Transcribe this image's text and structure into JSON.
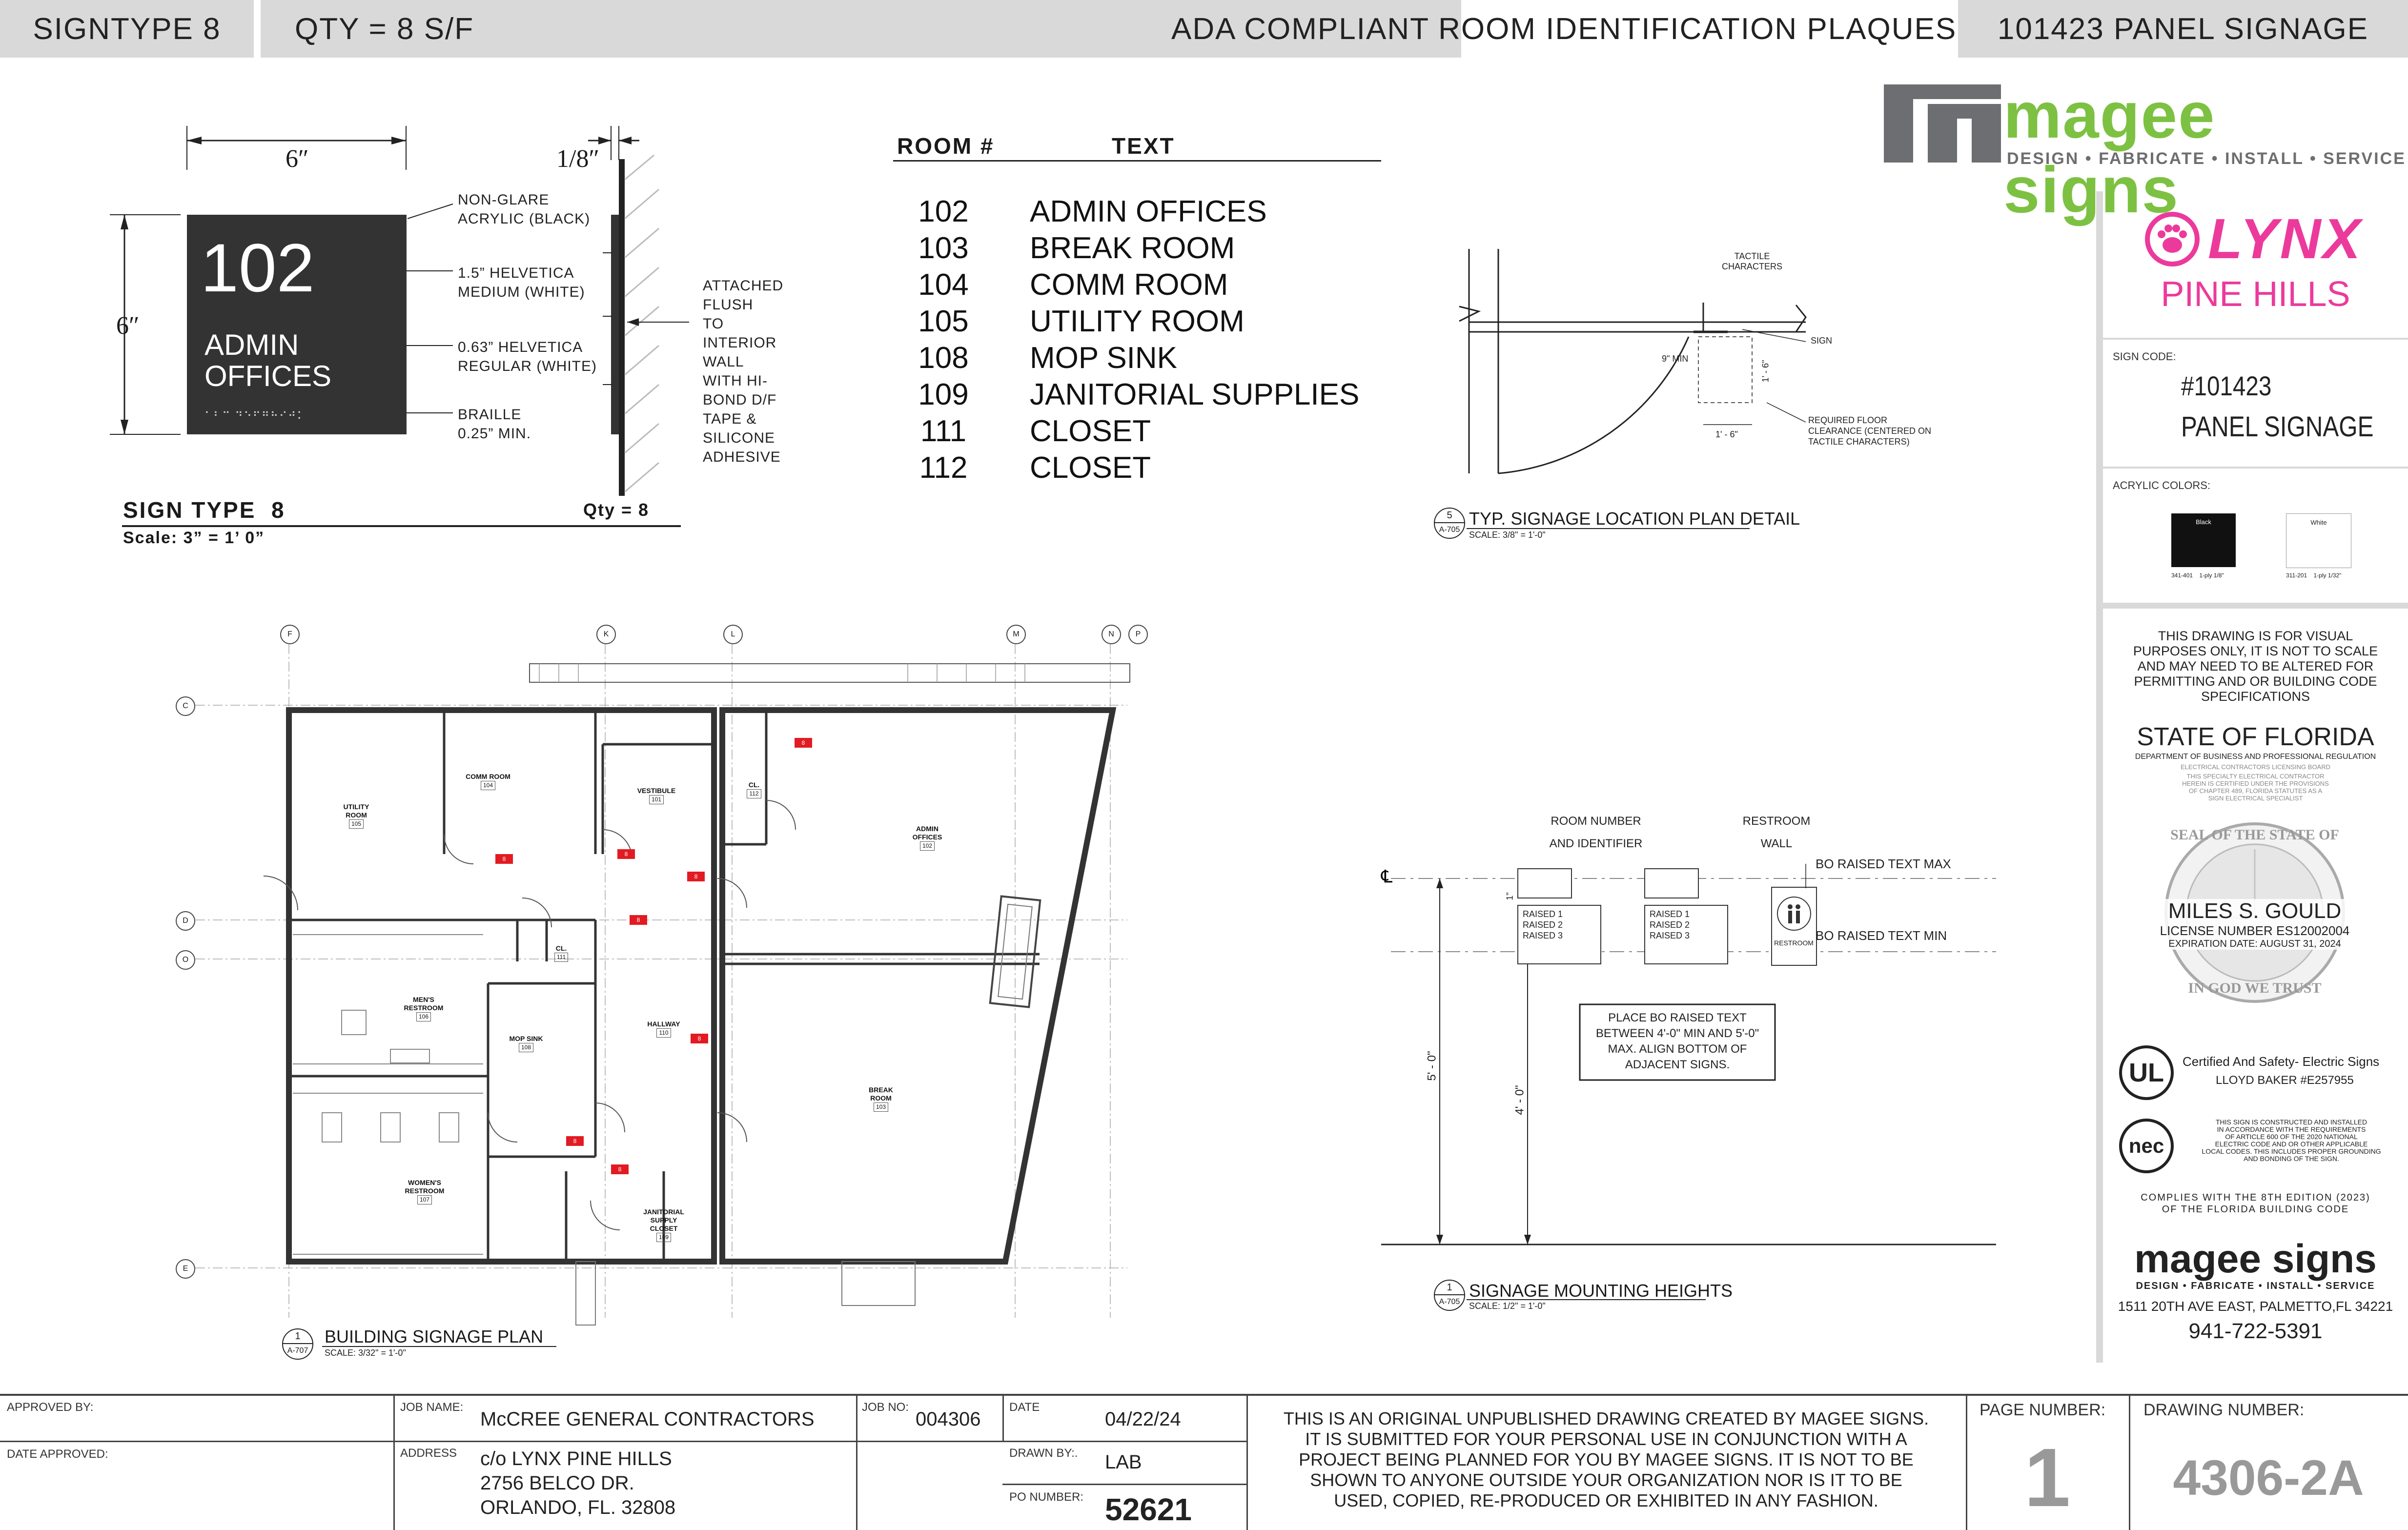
{
  "header": {
    "signtype": "SIGNTYPE 8",
    "qty": "QTY = 8 S/F",
    "title": "ADA COMPLIANT ROOM IDENTIFICATION PLAQUES",
    "project": "101423 PANEL SIGNAGE"
  },
  "sign_detail": {
    "width_dim": "6″",
    "height_dim": "6″",
    "depth_dim": "1/8″",
    "room_number": "102",
    "room_name_line1": "ADMIN",
    "room_name_line2": "OFFICES",
    "callouts": {
      "acrylic": [
        "NON-GLARE",
        "ACRYLIC (BLACK)"
      ],
      "number_font": [
        "1.5” HELVETICA",
        "MEDIUM (WHITE)"
      ],
      "text_font": [
        "0.63” HELVETICA",
        "REGULAR (WHITE)"
      ],
      "braille": [
        "BRAILLE",
        "0.25” MIN."
      ],
      "mounting": [
        "ATTACHED FLUSH",
        "TO INTERIOR WALL",
        "WITH HI-BOND D/F",
        "TAPE & SILICONE",
        "ADHESIVE"
      ]
    },
    "title": "SIGN TYPE  8",
    "qty": "Qty = 8",
    "scale": "Scale: 3” = 1’ 0”"
  },
  "room_table": {
    "header_num": "ROOM #",
    "header_text": "TEXT",
    "rows": [
      {
        "num": "102",
        "text": "ADMIN OFFICES"
      },
      {
        "num": "103",
        "text": "BREAK ROOM"
      },
      {
        "num": "104",
        "text": "COMM ROOM"
      },
      {
        "num": "105",
        "text": "UTILITY ROOM"
      },
      {
        "num": "108",
        "text": "MOP SINK"
      },
      {
        "num": "109",
        "text": "JANITORIAL SUPPLIES"
      },
      {
        "num": "111",
        "text": "CLOSET"
      },
      {
        "num": "112",
        "text": "CLOSET"
      }
    ]
  },
  "location_detail": {
    "tactile": [
      "TACTILE",
      "CHARACTERS"
    ],
    "sign": "SIGN",
    "min9": "9\" MIN",
    "dim_16a": "1' - 6\"",
    "dim_16b": "1' - 6\"",
    "clearance": [
      "REQUIRED FLOOR",
      "CLEARANCE (CENTERED ON",
      "TACTILE CHARACTERS)"
    ],
    "num": "5",
    "sheet": "A-705",
    "title": "TYP. SIGNAGE LOCATION PLAN DETAIL",
    "scale": "SCALE:  3/8\" = 1'-0\""
  },
  "mounting_detail": {
    "room_number_label": [
      "ROOM NUMBER",
      "AND IDENTIFIER"
    ],
    "restroom_label": [
      "RESTROOM",
      "WALL"
    ],
    "bo_max": "BO RAISED TEXT MAX",
    "bo_min": "BO RAISED TEXT MIN",
    "raised": [
      "RAISED 1",
      "RAISED 2",
      "RAISED 3"
    ],
    "restroom": "RESTROOM",
    "note": [
      "PLACE BO RAISED TEXT",
      "BETWEEN 4'-0\" MIN AND 5'-0\"",
      "MAX. ALIGN BOTTOM OF",
      "ADJACENT SIGNS."
    ],
    "dim_5": "5' - 0\"",
    "dim_4": "4' - 0\"",
    "dim_1": "1\"",
    "num": "1",
    "sheet": "A-705",
    "title": "SIGNAGE MOUNTING HEIGHTS",
    "scale": "SCALE:  1/2\" = 1'-0\""
  },
  "floor_plan": {
    "grid_top": [
      "F",
      "K",
      "L",
      "M",
      "N",
      "P"
    ],
    "grid_left": [
      "C",
      "D",
      "O",
      "E"
    ],
    "rooms": [
      {
        "name": [
          "COMM ROOM"
        ],
        "num": "104"
      },
      {
        "name": [
          "UTILITY",
          "ROOM"
        ],
        "num": "105"
      },
      {
        "name": [
          "VESTIBULE"
        ],
        "num": "101"
      },
      {
        "name": [
          "CL."
        ],
        "num": "112"
      },
      {
        "name": [
          "ADMIN",
          "OFFICES"
        ],
        "num": "102"
      },
      {
        "name": [
          "CL."
        ],
        "num": "111"
      },
      {
        "name": [
          "MEN'S",
          "RESTROOM"
        ],
        "num": "106"
      },
      {
        "name": [
          "HALLWAY"
        ],
        "num": "110"
      },
      {
        "name": [
          "MOP SINK"
        ],
        "num": "108"
      },
      {
        "name": [
          "BREAK",
          "ROOM"
        ],
        "num": "103"
      },
      {
        "name": [
          "WOMEN'S",
          "RESTROOM"
        ],
        "num": "107"
      },
      {
        "name": [
          "JANITORIAL",
          "SUPPLY",
          "CLOSET"
        ],
        "num": "109"
      }
    ],
    "sign_marker": "8",
    "num": "1",
    "sheet": "A-707",
    "title": "BUILDING SIGNAGE PLAN",
    "scale": "SCALE:  3/32\" = 1'-0\""
  },
  "sidebar": {
    "logo_brand": "magee signs",
    "logo_tagline": "DESIGN • FABRICATE • INSTALL • SERVICE",
    "client_name": "LYNX",
    "client_sub": "PINE HILLS",
    "sign_code_label": "SIGN CODE:",
    "sign_code": "#101423",
    "sign_code_sub": "PANEL SIGNAGE",
    "acrylic_label": "ACRYLIC COLORS:",
    "swatch_black": "Black",
    "swatch_black_code": "341-401    1-ply 1/8\"",
    "swatch_white": "White",
    "swatch_white_code": "311-201    1-ply 1/32\"",
    "disclaimer": [
      "THIS DRAWING IS FOR VISUAL",
      "PURPOSES ONLY, IT IS NOT TO SCALE",
      "AND MAY NEED TO BE ALTERED FOR",
      "PERMITTING AND OR BUILDING CODE",
      "SPECIFICATIONS"
    ],
    "state": "STATE OF FLORIDA",
    "dept": "DEPARTMENT OF BUSINESS AND PROFESSIONAL REGULATION",
    "board": "ELECTRICAL CONTRACTORS LICENSING BOARD",
    "board_text": [
      "THIS SPECIALTY ELECTRICAL CONTRACTOR",
      "HEREIN IS CERTIFIED UNDER THE PROVISIONS",
      "OF CHAPTER 489, FLORIDA STATUTES AS A",
      "SIGN ELECTRICAL SPECIALIST"
    ],
    "seal_top": "SEAL OF THE STATE OF",
    "seal_bottom": "IN GOD WE TRUST",
    "licensee": "MILES S. GOULD",
    "license": "LICENSE NUMBER ES12002004",
    "expiration": "EXPIRATION DATE: AUGUST 31, 2024",
    "ul_mark": "UL",
    "ul_text": "Certified And Safety- Electric Signs",
    "ul_name": "LLOYD BAKER  #E257955",
    "nec_mark": "nec",
    "nec_text": [
      "THIS SIGN IS CONSTRUCTED AND INSTALLED",
      "IN ACCORDANCE WITH THE REQUIREMENTS",
      "OF ARTICLE 600 OF THE 2020 NATIONAL",
      "ELECTRIC CODE AND OR OTHER APPLICABLE",
      "LOCAL CODES. THIS INCLUDES PROPER GROUNDING",
      "AND BONDING OF THE SIGN."
    ],
    "fbc": [
      "COMPLIES WITH THE 8TH EDITION (2023)",
      "OF THE FLORIDA BUILDING CODE"
    ],
    "address": "1511 20TH AVE EAST, PALMETTO,FL 34221",
    "phone": "941-722-5391"
  },
  "title_block": {
    "approved_by": "APPROVED BY:",
    "date_approved": "DATE APPROVED:",
    "job_name_label": "JOB NAME:",
    "job_name": "McCREE GENERAL CONTRACTORS",
    "address_label": "ADDRESS",
    "address": [
      "c/o LYNX PINE HILLS",
      "2756 BELCO DR.",
      "ORLANDO, FL. 32808"
    ],
    "job_no_label": "JOB NO:",
    "job_no": "004306",
    "date_label": "DATE",
    "date": "04/22/24",
    "drawn_by_label": "DRAWN BY:.",
    "drawn_by": "LAB",
    "po_label": "PO NUMBER:",
    "po": "52621",
    "notice": [
      "THIS IS AN ORIGINAL UNPUBLISHED DRAWING CREATED BY MAGEE SIGNS.",
      "IT IS SUBMITTED FOR YOUR PERSONAL USE IN CONJUNCTION WITH A",
      "PROJECT BEING PLANNED FOR YOU BY MAGEE SIGNS. IT IS NOT TO BE",
      "SHOWN TO ANYONE  OUTSIDE YOUR ORGANIZATION NOR IS IT TO BE",
      "USED, COPIED, RE-PRODUCED OR EXHIBITED IN ANY FASHION."
    ],
    "page_label": "PAGE NUMBER:",
    "page": "1",
    "drawing_label": "DRAWING NUMBER:",
    "drawing": "4306-2A"
  },
  "colors": {
    "header_bg": "#d9d9d9",
    "magee_green": "#7dc142",
    "magee_gray": "#6d6e71",
    "lynx_pink": "#ec3a9c",
    "sign_bg": "#333333",
    "marker_red": "#e21b22",
    "callout_arrow": "#e8d44d"
  }
}
